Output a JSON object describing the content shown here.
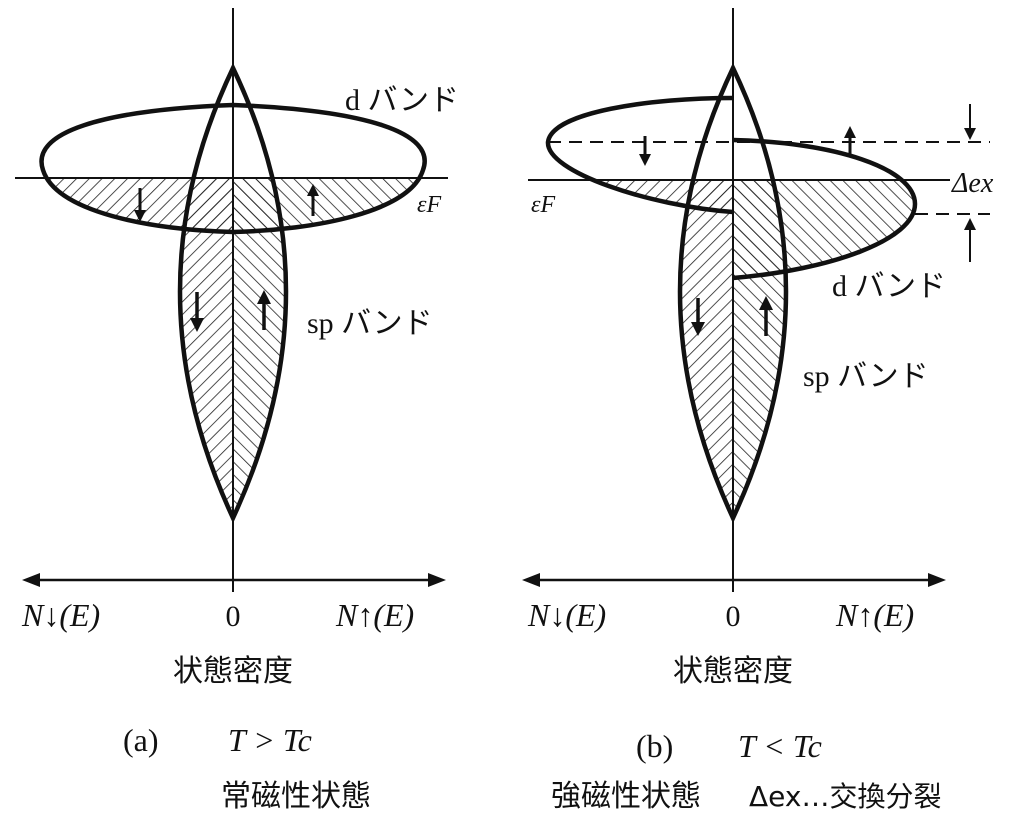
{
  "panel_a": {
    "d_band_label": "d バンド",
    "sp_band_label": "sp バンド",
    "fermi_label": "εF",
    "axis": {
      "left": "N↓(E)",
      "zero": "0",
      "right": "N↑(E)",
      "title": "状態密度"
    },
    "caption": {
      "tag": "(a)",
      "condition": "T > Tc",
      "state": "常磁性状態"
    }
  },
  "panel_b": {
    "d_band_label": "d バンド",
    "sp_band_label": "sp バンド",
    "fermi_label": "εF",
    "exchange_label": "Δex",
    "axis": {
      "left": "N↓(E)",
      "zero": "0",
      "right": "N↑(E)",
      "title": "状態密度"
    },
    "caption": {
      "tag": "(b)",
      "condition": "T < Tc",
      "state": "強磁性状態",
      "note": "Δex…交換分裂"
    }
  }
}
